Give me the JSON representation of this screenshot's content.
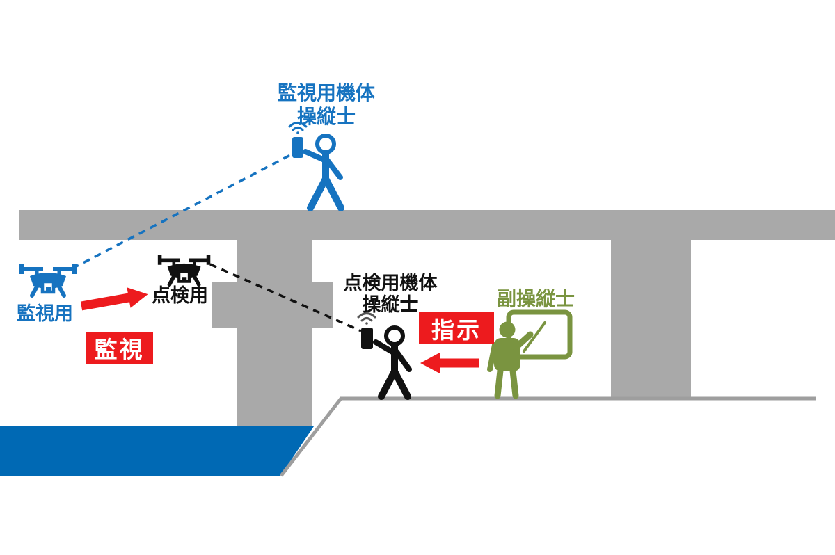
{
  "diagram_title": "",
  "labels": {
    "surveillance_pilot_line1": "監視用機体",
    "surveillance_pilot_line2": "操縦士",
    "surveillance_drone": "監視用",
    "inspection_drone": "点検用",
    "inspection_pilot_line1": "点検用機体",
    "inspection_pilot_line2": "操縦士",
    "co_pilot": "副操縦士"
  },
  "badges": {
    "monitoring": "監視",
    "instruction": "指示"
  },
  "icons": {
    "surveillance_drone": "drone-icon",
    "inspection_drone": "drone-icon",
    "surveillance_pilot": "person-with-controller-icon",
    "inspection_pilot": "person-with-controller-icon",
    "co_pilot": "person-pointing-at-board-icon",
    "controller": "smartphone-controller-icon",
    "signal": "wifi-signal-icon",
    "monitoring_arrow": "red-arrow-up-right",
    "instruction_arrow": "red-arrow-left"
  },
  "colors": {
    "pilot_blue": "#1673c0",
    "water_blue": "#0069b4",
    "structure_gray": "#a9a9a9",
    "ground_gray": "#9e9e9e",
    "accent_red": "#ed1b1e",
    "co_pilot_olive": "#7a9440",
    "ink_black": "#111111"
  }
}
